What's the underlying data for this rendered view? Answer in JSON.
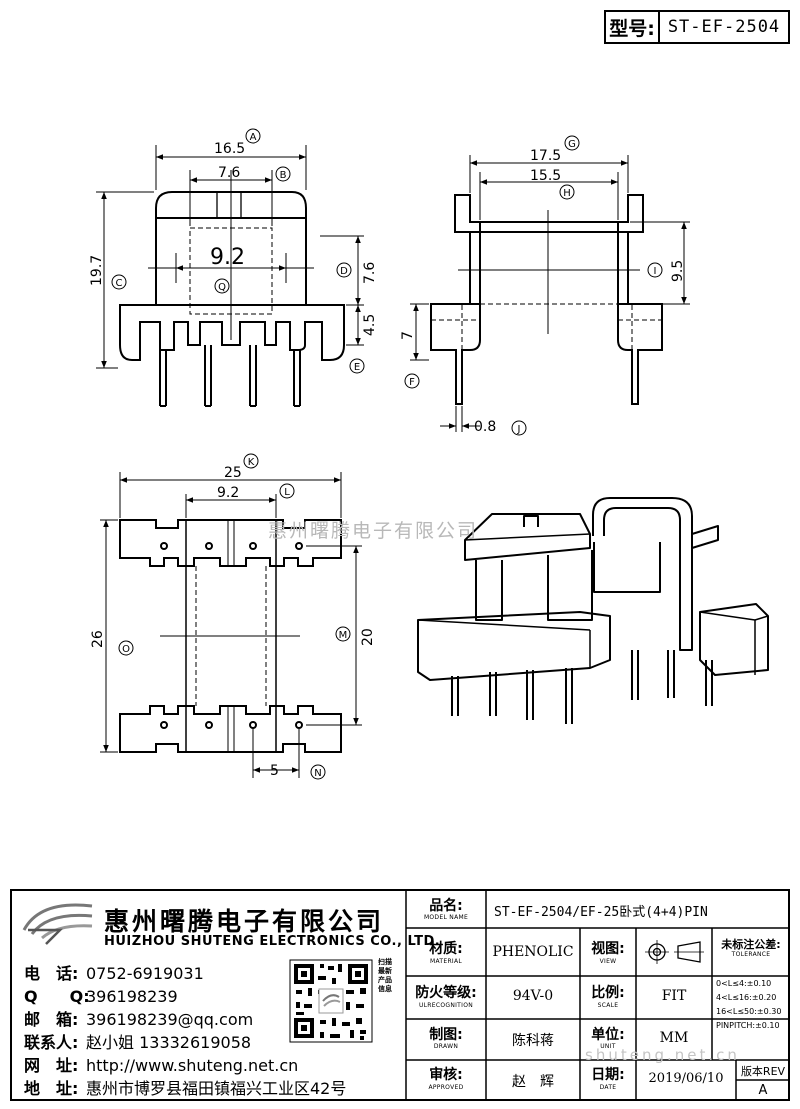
{
  "header": {
    "model_label": "型号:",
    "model_value": "ST-EF-2504"
  },
  "drawing": {
    "front_view": {
      "dim_a": "16.5",
      "dim_b": "7.6",
      "dim_c": "19.7",
      "dim_d": "7.6",
      "dim_e": "4.5",
      "center_label": "9.2",
      "letters": {
        "a": "A",
        "b": "B",
        "c": "C",
        "d": "D",
        "e": "E",
        "q": "Q"
      }
    },
    "side_view": {
      "dim_g": "17.5",
      "dim_h": "15.5",
      "dim_i": "9.5",
      "dim_f": "7",
      "dim_j": "0.8",
      "letters": {
        "g": "G",
        "h": "H",
        "i": "I",
        "f": "F",
        "j": "J"
      }
    },
    "bottom_view": {
      "dim_k": "25",
      "dim_l": "9.2",
      "dim_o": "26",
      "dim_m": "20",
      "dim_n": "5",
      "letters": {
        "k": "K",
        "l": "L",
        "o": "O",
        "m": "M",
        "n": "N"
      }
    },
    "watermark": "惠州曙腾电子有限公司",
    "watermark_bottom": "shuteng.net.cn"
  },
  "company": {
    "name_cn": "惠州曙腾电子有限公司",
    "name_en": "HUIZHOU SHUTENG ELECTRONICS CO., LTD."
  },
  "contact": {
    "phone_label": "电　话:",
    "phone": "0752-6919031",
    "qq_label": "Q　　Q:",
    "qq": "396198239",
    "email_label": "邮　箱:",
    "email": "396198239@qq.com",
    "person_label": "联系人:",
    "person": "赵小姐 13332619058",
    "web_label": "网　址:",
    "web": "http://www.shuteng.net.cn",
    "addr_label": "地　址:",
    "addr": "惠州市博罗县福田镇福兴工业区42号",
    "qr_caption": "扫描最新产品信息"
  },
  "title_block": {
    "model_name_label": "品名:",
    "model_name_sub": "MODEL NAME",
    "model_name_value": "ST-EF-2504/EF-25卧式(4+4)PIN",
    "material_label": "材质:",
    "material_sub": "MATERIAL",
    "material_value": "PHENOLIC",
    "view_label": "视图:",
    "view_sub": "VIEW",
    "tolerance_label": "未标注公差:",
    "tolerance_sub": "TOLERANCE",
    "tolerance_lines": [
      "0<L≤4:±0.10",
      "4<L≤16:±0.20",
      "16<L≤50:±0.30",
      "PINPITCH:±0.10"
    ],
    "ul_label": "防火等级:",
    "ul_sub": "ULRECOGNITION",
    "ul_value": "94V-0",
    "scale_label": "比例:",
    "scale_sub": "SCALE",
    "scale_value": "FIT",
    "drawn_label": "制图:",
    "drawn_sub": "DRAWN",
    "drawn_value": "陈科蒋",
    "unit_label": "单位:",
    "unit_sub": "UNIT",
    "unit_value": "MM",
    "approved_label": "审核:",
    "approved_sub": "APPROVED",
    "approved_value": "赵　辉",
    "date_label": "日期:",
    "date_sub": "DATE",
    "date_value": "2019/06/10",
    "rev_label": "版本REV",
    "rev_value": "A"
  }
}
